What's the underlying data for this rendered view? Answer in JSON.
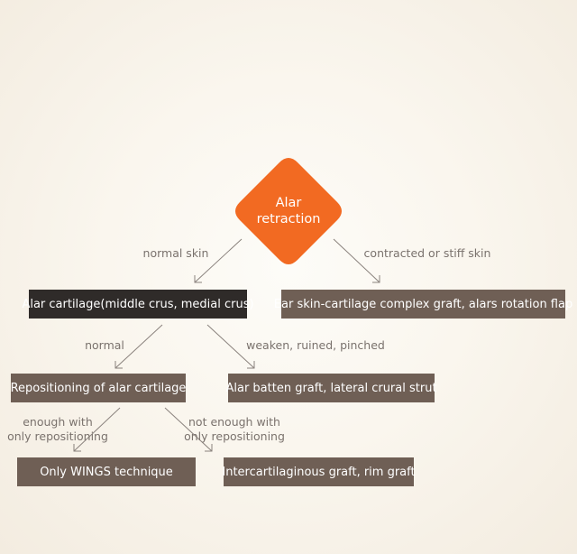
{
  "colors": {
    "root": "#f26a22",
    "box_dark": "#2f2b29",
    "box_brown": "#6f5f55",
    "connector": "#8a827d",
    "label_text": "#7a726d"
  },
  "root": {
    "line1": "Alar",
    "line2": "retraction"
  },
  "nodes": {
    "alar_cartilage": "Alar cartilage(middle crus, medial crus)",
    "ear_graft": "Ear skin-cartilage complex graft, alars rotation flap",
    "repositioning": "Repositioning of alar cartilage",
    "batten_graft": "Alar batten graft, lateral crural strut",
    "wings": "Only WINGS technique",
    "intercartilaginous": "Intercartilaginous graft, rim graft"
  },
  "edges": {
    "normal_skin": "normal skin",
    "stiff_skin": "contracted or stiff skin",
    "normal": "normal",
    "weakened": "weaken, ruined, pinched",
    "enough_line1": "enough with",
    "enough_line2": "only repositioning",
    "not_enough_line1": "not enough with",
    "not_enough_line2": "only repositioning"
  }
}
